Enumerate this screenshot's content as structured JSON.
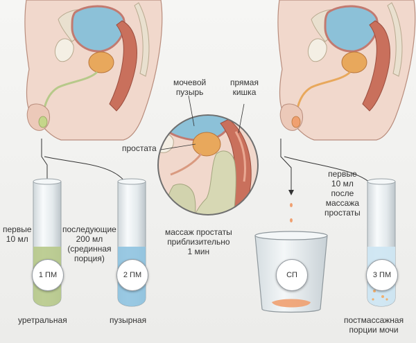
{
  "labels": {
    "bladder_line1": "мочевой",
    "bladder_line2": "пузырь",
    "rectum_line1": "прямая",
    "rectum_line2": "кишка",
    "prostate": "простата",
    "first10_line1": "первые",
    "first10_line2": "10 мл",
    "next200_line1": "последующие",
    "next200_line2": "200 мл",
    "next200_line3": "(срединная",
    "next200_line4": "порция)",
    "massage_line1": "массаж простаты",
    "massage_line2": "приблизительно",
    "massage_line3": "1 мин",
    "post_line1": "первые",
    "post_line2": "10 мл",
    "post_line3": "после",
    "post_line4": "массажа",
    "post_line5": "простаты",
    "urethral": "уретральная",
    "vesical": "пузырная",
    "postmassage_line1": "постмассажная",
    "postmassage_line2": "порции мочи"
  },
  "badges": {
    "pm1": "1 ПМ",
    "pm2": "2 ПМ",
    "sp": "СП",
    "pm3": "3 ПМ"
  },
  "colors": {
    "skin": "#f1d8cc",
    "skin_edge": "#b88c7c",
    "bladder": "#8cc1d8",
    "prostate": "#e8a85c",
    "rectum": "#c9705c",
    "urethral_fluid": "#b7c98a",
    "vesical_fluid": "#8fc3e0",
    "postmassage_fluid": "#cfe6f2",
    "prostatic_secretion": "#f0a070",
    "glass": "#e7edf0"
  }
}
